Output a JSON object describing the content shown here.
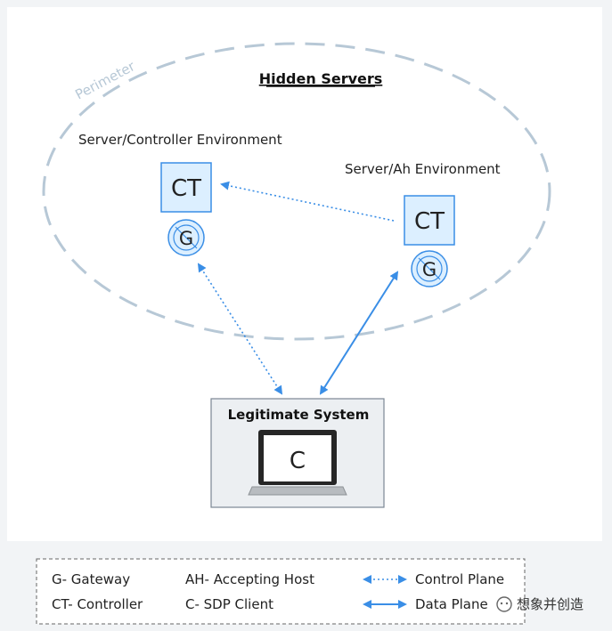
{
  "diagram": {
    "title": "Hidden Servers",
    "perimeter_label": "Perimeter",
    "server_controller_env": "Server/Controller Environment",
    "server_ah_env": "Server/Ah Environment",
    "controller_left": {
      "label": "CT",
      "gateway": "G"
    },
    "controller_right": {
      "label": "CT",
      "gateway": "G"
    },
    "legitimate_system": {
      "title": "Legitimate System",
      "client_label": "C"
    },
    "colors": {
      "accent": "#3a8ee6",
      "box_fill": "#dcefff",
      "perimeter": "#b7c8d6"
    }
  },
  "legend": {
    "gateway": "G- Gateway",
    "controller": "CT- Controller",
    "accepting_host": "AH- Accepting Host",
    "sdp_client": "C- SDP Client",
    "control_plane": "Control Plane",
    "data_plane": "Data Plane"
  },
  "watermark": "想象并创造"
}
